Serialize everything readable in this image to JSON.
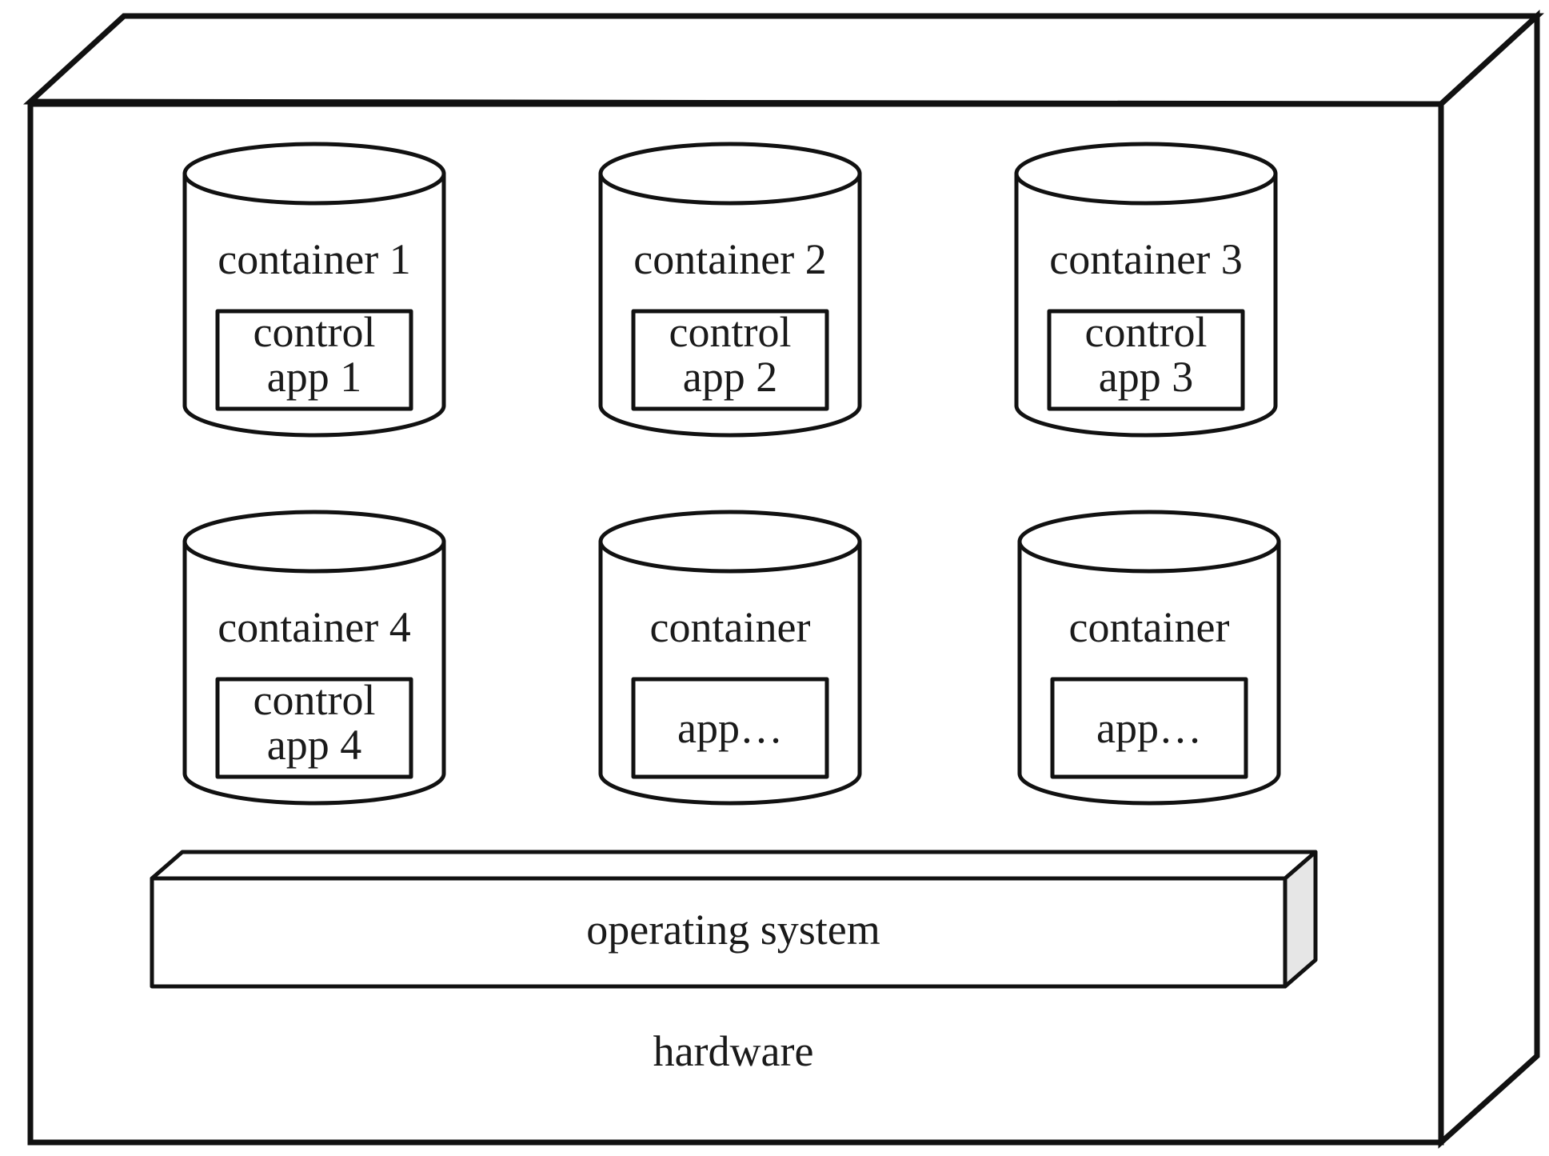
{
  "hardware": {
    "label": "hardware"
  },
  "os": {
    "label": "operating system"
  },
  "containers": [
    {
      "name": "container 1",
      "app_lines": [
        "control",
        "app 1"
      ]
    },
    {
      "name": "container 2",
      "app_lines": [
        "control",
        "app 2"
      ]
    },
    {
      "name": "container 3",
      "app_lines": [
        "control",
        "app 3"
      ]
    },
    {
      "name": "container 4",
      "app_lines": [
        "control",
        "app 4"
      ]
    },
    {
      "name": "container",
      "app_lines": [
        "app…"
      ]
    },
    {
      "name": "container",
      "app_lines": [
        "app…"
      ]
    }
  ]
}
